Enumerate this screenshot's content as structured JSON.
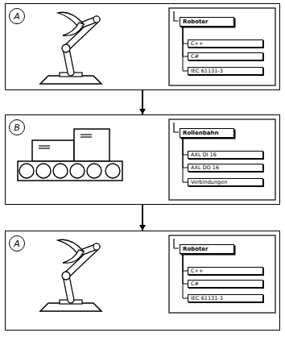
{
  "diagram": {
    "nodes": [
      {
        "text": [
          "A"
        ]
      },
      {
        "text": [
          "Roboter"
        ],
        "in": 0
      },
      {
        "text": [
          "C++"
        ],
        "in": 0
      },
      {
        "text": [
          "C#"
        ],
        "in": 0
      },
      {
        "text": [
          "IEC 61131-3"
        ],
        "in": 0
      },
      {
        "text": [
          "B"
        ]
      },
      {
        "text": [
          "Rollenbahn"
        ],
        "in": 5
      },
      {
        "text": [
          "AXL DI 16"
        ],
        "in": 5
      },
      {
        "text": [
          "AXL DO 16"
        ],
        "in": 5
      },
      {
        "text": [
          "Verbindungen"
        ],
        "in": 5
      },
      {
        "text": [
          "A"
        ]
      },
      {
        "text": [
          "Roboter"
        ],
        "in": 10
      },
      {
        "text": [
          "C++"
        ],
        "in": 10
      },
      {
        "text": [
          "C#"
        ],
        "in": 10
      },
      {
        "text": [
          "IEC 61131-3"
        ],
        "in": 10
      }
    ],
    "edges": [
      {
        "from": 0,
        "to": 5,
        "arrow": "to"
      },
      {
        "from": 5,
        "to": 10,
        "arrow": "to"
      },
      {
        "from": 1,
        "to": 2,
        "arrow": "none"
      },
      {
        "from": 1,
        "to": 3,
        "arrow": "none"
      },
      {
        "from": 1,
        "to": 4,
        "arrow": "none"
      },
      {
        "from": 6,
        "to": 7,
        "arrow": "none"
      },
      {
        "from": 6,
        "to": 8,
        "arrow": "none"
      },
      {
        "from": 6,
        "to": 9,
        "arrow": "none"
      },
      {
        "from": 11,
        "to": 12,
        "arrow": "none"
      },
      {
        "from": 11,
        "to": 13,
        "arrow": "none"
      },
      {
        "from": 11,
        "to": 14,
        "arrow": "none"
      }
    ]
  }
}
